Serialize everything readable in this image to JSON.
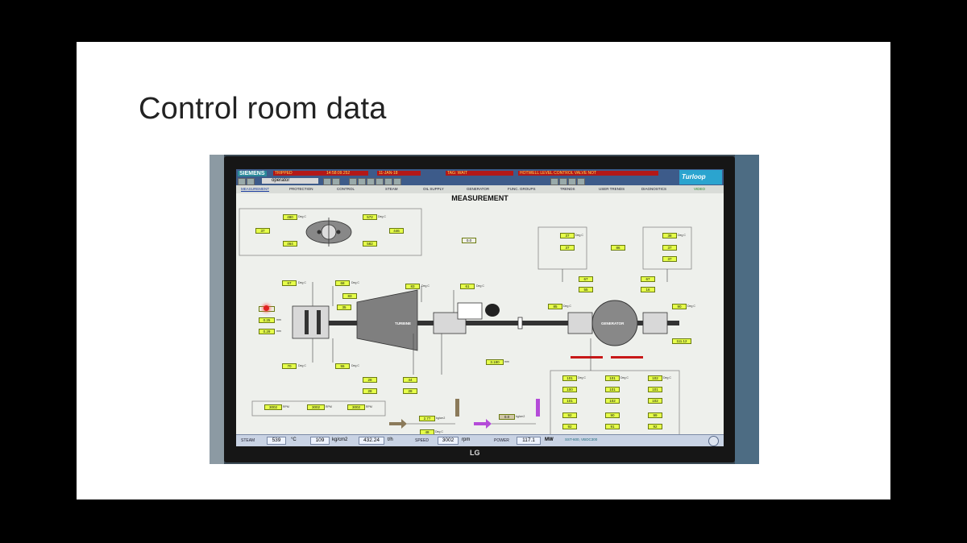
{
  "slide": {
    "title": "Control room data"
  },
  "hmi": {
    "brand": "SIEMENS",
    "alarms": [
      "TRIPPED",
      "14:58:09.252",
      "11-JAN-18",
      "TAG: WAIT",
      "HOTWELL LEVEL CONTROL VALVE NOT"
    ],
    "user": "operator",
    "logo": "Turloop",
    "tabs": [
      "MEASUREMENT",
      "PROTECTION",
      "CONTROL",
      "STEAM",
      "OIL SUPPLY",
      "GENERATOR",
      "FUNC. GROUPS",
      "TRENDS",
      "USER TRENDS",
      "DIAGNOSTICS",
      "VIDEO"
    ],
    "screen_title": "MEASUREMENT",
    "diagram": {
      "turbine_label": "TURBINE",
      "generator_label": "GENERATOR",
      "unit_degc": "Deg C",
      "unit_rpm": "RPM",
      "unit_mm": "mm",
      "unit_kg": "kg/cm2",
      "bearing_top": [
        "480",
        "572",
        "37",
        "446",
        "464",
        "582"
      ],
      "left_values": [
        "67",
        "68",
        "83",
        "35",
        "0.25",
        "0.29"
      ],
      "mid_values": [
        "83",
        "61",
        "0.0"
      ],
      "lower_values": [
        "70",
        "55",
        "28",
        "44",
        "28",
        "28"
      ],
      "rpm_values": [
        "3002",
        "3002",
        "3002"
      ],
      "shaft_value": "3.180",
      "gen_top": [
        "37",
        "38",
        "37",
        "86",
        "37",
        "37"
      ],
      "gen_mid": [
        "67",
        "67",
        "55",
        "16",
        "85",
        "90"
      ],
      "gen_right": "111.12",
      "flow_values": [
        "2.77",
        "48",
        "0.0"
      ],
      "gen_table": [
        "101",
        "101",
        "102",
        "100",
        "101",
        "101",
        "101",
        "102",
        "102",
        "92",
        "90",
        "99",
        "92",
        "91",
        "92"
      ]
    },
    "status": {
      "steam_label": "STEAM",
      "steam_temp": "539",
      "steam_temp_unit": "°C",
      "steam_pressure": "109",
      "steam_pressure_unit": "kg/cm2",
      "steam_flow": "432.24",
      "steam_flow_unit": "t/h",
      "speed_label": "SPEED",
      "speed_value": "3002",
      "speed_unit": "rpm",
      "power_label": "POWER",
      "power_value": "117.1",
      "power_unit": "MW",
      "model_text": "SST-600, VBOC300"
    }
  },
  "monitor_brand": "LG",
  "colors": {
    "value_box": "#e6ff4a",
    "top_bar": "#3d5b8a",
    "alarm": "#b31818"
  }
}
